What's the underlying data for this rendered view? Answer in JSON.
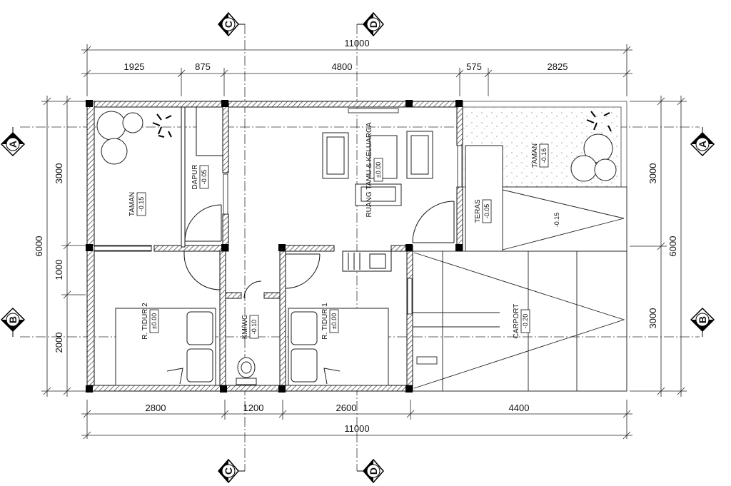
{
  "grid_labels": {
    "c_top": "C",
    "d_top": "D",
    "c_bottom": "C",
    "d_bottom": "D",
    "a_left": "A",
    "a_right": "A",
    "b_left": "B",
    "b_right": "B"
  },
  "dimensions": {
    "top_total": "11000",
    "top_segments": [
      "1925",
      "875",
      "4800",
      "575",
      "2825"
    ],
    "bottom_segments": [
      "2800",
      "1200",
      "2600",
      "4400"
    ],
    "bottom_total": "11000",
    "left_segments": [
      "3000",
      "1000",
      "2000"
    ],
    "left_total": "6000",
    "right_segments": [
      "3000",
      "3000"
    ],
    "right_total": "6000"
  },
  "rooms": {
    "taman_left": {
      "name": "TAMAN",
      "level": "-0.15"
    },
    "dapur": {
      "name": "DAPUR",
      "level": "-0.05"
    },
    "ruang_tamu": {
      "name": "RUANG TAMU & KELUARGA",
      "level": "±0.00"
    },
    "teras": {
      "name": "TERAS",
      "level": "-0.05"
    },
    "taman_right": {
      "name": "TAMAN",
      "level": "-0.16"
    },
    "ramp": {
      "level": "-0.15"
    },
    "tidur2": {
      "name": "R. TIDUR 2",
      "level": "±0.00"
    },
    "kmwc": {
      "name": "KM/WC",
      "level": "-0.10"
    },
    "tidur1": {
      "name": "R. TIDUR 1",
      "level": "±0.00"
    },
    "carport": {
      "name": "CARPORT",
      "level": "-0.20"
    }
  }
}
